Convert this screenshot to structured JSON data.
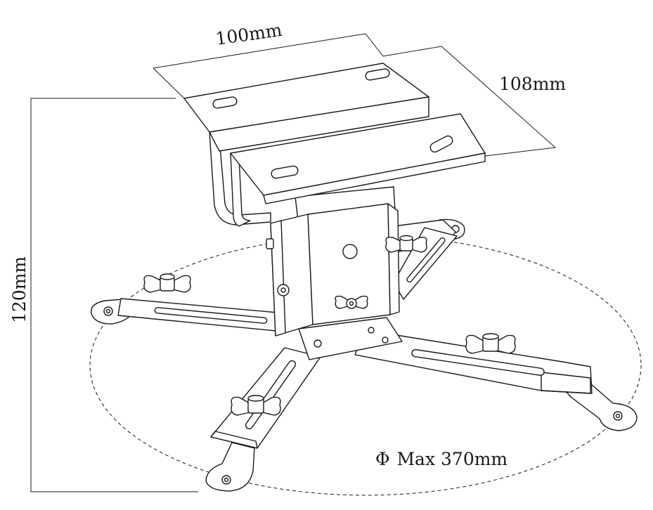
{
  "figure": {
    "dimensions": {
      "width_label": "100mm",
      "depth_label": "108mm",
      "height_label": "120mm",
      "diameter_symbol": "Φ",
      "diameter_label": "Max 370mm"
    },
    "colors": {
      "line": "#1a1a1a",
      "background": "#ffffff"
    }
  }
}
